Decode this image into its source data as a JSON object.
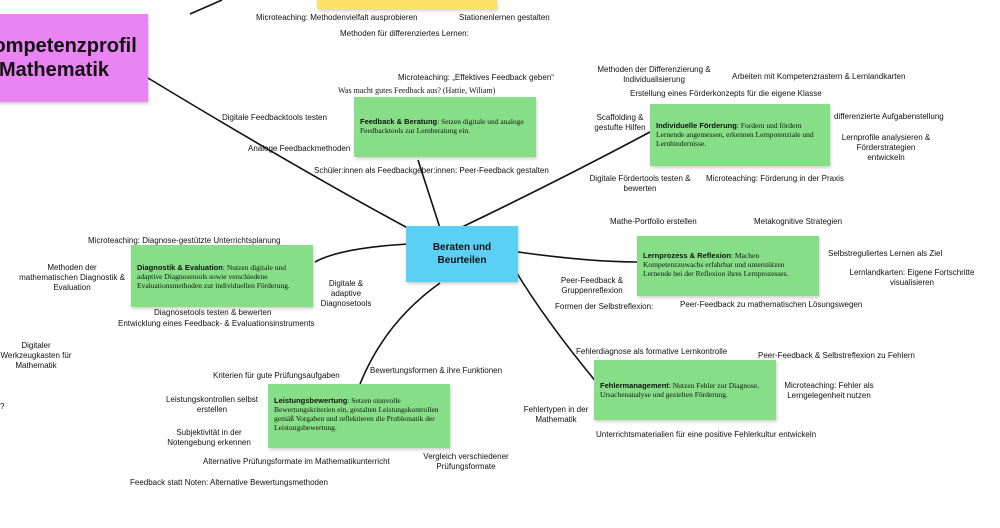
{
  "title": "Kompetenzprofil Mathematik",
  "center": "Beraten und Beurteilen",
  "top_labels": [
    "Microteaching: Methodenvielfalt ausprobieren",
    "Stationenlernen gestalten",
    "Methoden für differenziertes Lernen:"
  ],
  "feedback": {
    "heading": "Feedback & Beratung",
    "text": ": Setzen digitale und analoge Feedbacktools zur Lernberatung ein.",
    "labels": [
      "Microteaching: „Effektives Feedback geben“",
      "Was macht gutes Feedback aus? (Hattie, Wiliam)",
      "Digitale Feedbacktools testen",
      "Analoge Feedbackmethoden",
      "Schüler:innen als Feedbackgeber:innen: Peer-Feedback gestalten"
    ]
  },
  "foerderung": {
    "heading": "Individuelle Förderung",
    "text": ": Fordern und fördern Lernende angemessen, erkennen Lernpotenziale und Lernhindernisse.",
    "labels": [
      "Methoden der Differenzierung & Individualisierung",
      "Arbeiten mit Kompetenzrastern & Lernlandkarten",
      "Erstellung eines Förderkonzepts für die eigene Klasse",
      "Scaffolding & gestufte Hilfen",
      "differenzierte Aufgabenstellung",
      "Lernprofile analysieren & Förderstrategien entwickeln",
      "Digitale Fördertools testen & bewerten",
      "Microteaching: Förderung in der Praxis"
    ]
  },
  "diagnostik": {
    "heading": "Diagnostik & Evaluation",
    "text": ": Nutzen digitale und adaptive Diagnosetools sowie verschiedene Evaluationsmethoden zur individuellen Förderung.",
    "labels": [
      "Microteaching: Diagnose-gestützte Unterrichtsplanung",
      "Methoden der mathematischen Diagnostik & Evaluation",
      "Digitale & adaptive Diagnosetools",
      "Diagnosetools testen & bewerten",
      "Entwicklung eines Feedback- & Evaluationsinstruments",
      "Digitaler Werkzeugkasten für Mathematik",
      "?"
    ]
  },
  "lernprozess": {
    "heading": "Lernprozess & Reflexion",
    "text": ": Machen Kompetenzzuwachs erfahrbar und unterstützen Lernende bei der Reflexion ihres Lernprozesses.",
    "labels": [
      "Mathe-Portfolio erstellen",
      "Metakognitive Strategien",
      "Selbstreguliertes Lernen als Ziel",
      "Lernlandkarten: Eigene Fortschritte visualisieren",
      "Peer-Feedback & Gruppenreflexion",
      "Formen der Selbstreflexion:",
      "Peer-Feedback zu mathematischen Lösungswegen"
    ]
  },
  "fehler": {
    "heading": "Fehlermanagement",
    "text": ": Nutzen Fehler zur Diagnose, Ursachenanalyse und gezielten Förderung.",
    "labels": [
      "Fehlerdiagnose als formative Lernkontrolle",
      "Peer-Feedback & Selbstreflexion zu Fehlern",
      "Microteaching: Fehler als Lerngelegenheit nutzen",
      "Fehlertypen in der Mathematik",
      "Unterrichtsmaterialien für eine positive Fehlerkultur entwickeln"
    ]
  },
  "leistung": {
    "heading": "Leistungsbewertung",
    "text": ": Setzen sinnvolle Bewertungskriterien ein, gestalten Leistungskontrollen gemäß Vorgaben und reflektieren die Problematik der Leistungsbewertung.",
    "labels": [
      "Bewertungsformen & ihre Funktionen",
      "Kriterien für gute Prüfungsaufgaben",
      "Leistungskontrollen selbst erstellen",
      "Subjektivität in der Notengebung erkennen",
      "Alternative Prüfungsformate im Mathematikunterricht",
      "Vergleich verschiedener Prüfungsformate",
      "Feedback statt Noten: Alternative Bewertungsmethoden"
    ]
  },
  "colors": {
    "title_card": "#ea84f3",
    "center_node": "#5bd0f5",
    "topic_card": "#86df86",
    "sticky": "#ffe066"
  }
}
